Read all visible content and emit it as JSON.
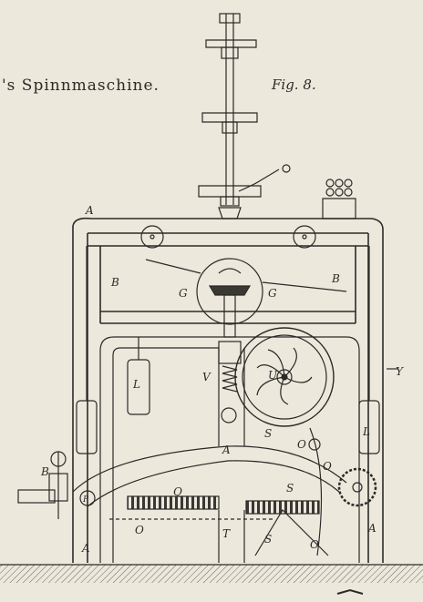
{
  "plate": {
    "title": "'s Spinnmaschine.",
    "figure_label": "Fig. 8."
  },
  "labels": {
    "A_top": "A",
    "A_mid": "A",
    "A_left": "A",
    "A_right": "A",
    "B_left": "B",
    "B_right": "B",
    "B_side": "B",
    "G_left": "G",
    "G_right": "G",
    "L_left": "L",
    "L_right": "L",
    "V": "V",
    "U": "U",
    "Y": "Y",
    "Q": "Q",
    "T": "T",
    "S_1": "S",
    "S_2": "S",
    "S_3": "S",
    "O_1": "O",
    "O_2": "O",
    "O_3": "O",
    "O_4": "O",
    "P": "P"
  },
  "colors": {
    "paper": "#ece8dc",
    "ink": "#2b2a27",
    "hatch": "#6b675e"
  }
}
